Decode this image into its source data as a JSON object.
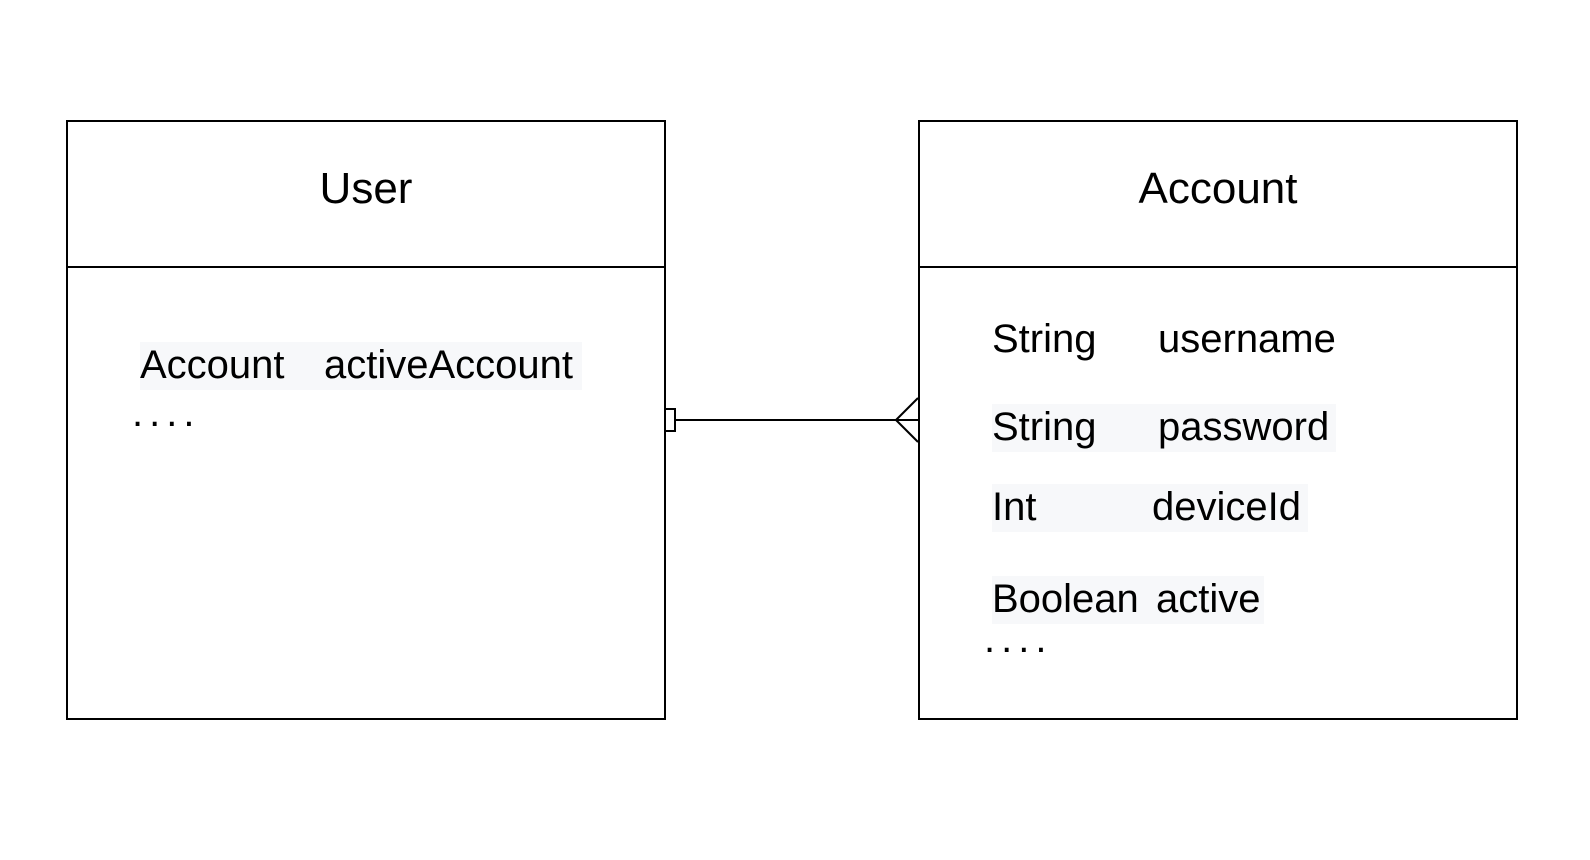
{
  "diagram": {
    "user_entity": {
      "title": "User",
      "attributes": [
        {
          "type": "Account",
          "name": "activeAccount"
        }
      ],
      "more": "...."
    },
    "account_entity": {
      "title": "Account",
      "attributes": [
        {
          "type": "String",
          "name": "username"
        },
        {
          "type": "String",
          "name": "password"
        },
        {
          "type": "Int",
          "name": "deviceId"
        },
        {
          "type": "Boolean",
          "name": "active"
        }
      ],
      "more": "...."
    },
    "relationship": {
      "from": "User",
      "to": "Account",
      "from_end": "one (square)",
      "to_end": "many (crow's foot)"
    }
  }
}
